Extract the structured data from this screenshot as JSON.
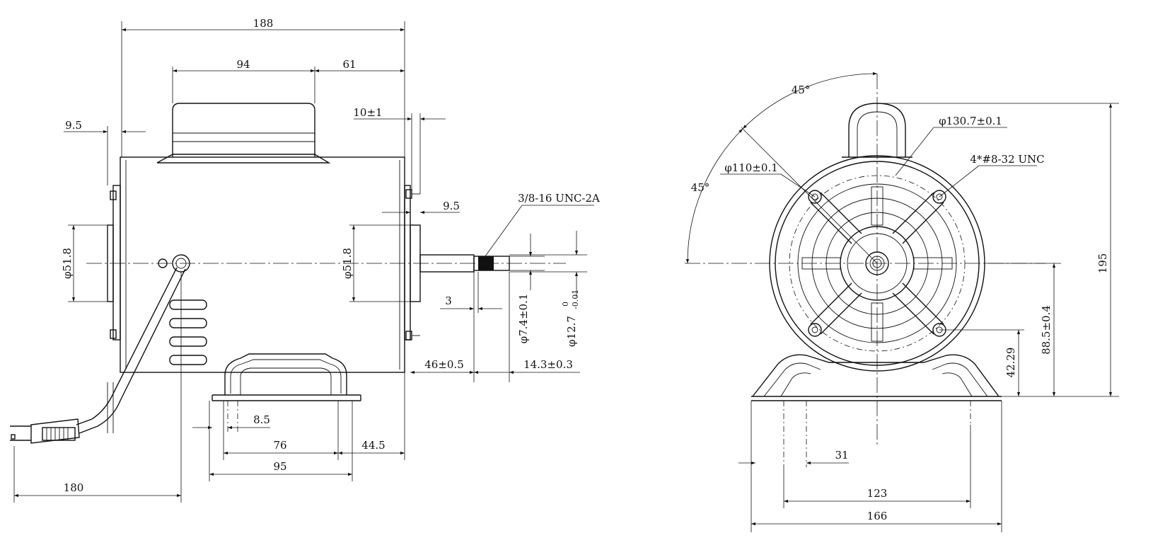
{
  "side_view": {
    "overall_length": "188",
    "box_length": "94",
    "box_to_end": "61",
    "endbell_offset": "9.5",
    "endbell_offset_2": "9.5",
    "bolt_protrusion": "10±1",
    "thread_callout": "3/8-16 UNC-2A",
    "rear_pilot_dia": "φ51.8",
    "front_pilot_dia": "φ51.8",
    "flat_length": "3",
    "flat_dia": "φ7.4±0.1",
    "shaft_dia": "φ12.7",
    "shaft_tol_upper": "0",
    "shaft_tol_lower": "-0.01",
    "shaft_extension": "46±0.5",
    "flat_to_end": "14.3±0.3",
    "base_slot": "8.5",
    "base_hole_spacing": "76",
    "base_length": "95",
    "base_to_end": "44.5",
    "cord_length": "180"
  },
  "end_view": {
    "angle_top": "45°",
    "angle_left": "45°",
    "bolt_circle_outer": "φ130.7±0.1",
    "bolt_circle_inner": "φ110±0.1",
    "bolt_thread": "4*#8-32 UNC",
    "overall_height": "195",
    "shaft_height": "88.5±0.4",
    "base_to_hole": "42.29",
    "slot_width": "31",
    "hole_spacing": "123",
    "base_width": "166"
  }
}
